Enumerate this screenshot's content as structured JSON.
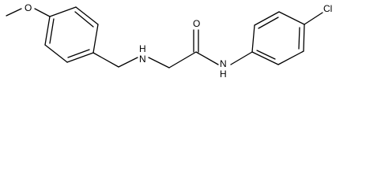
{
  "structure": {
    "atom_labels": {
      "methoxy_oxygen": "O",
      "amine_nh": "H\nN",
      "carbonyl_oxygen": "O",
      "amide_nh": "N\nH",
      "chlorine": "Cl"
    }
  },
  "colors": {
    "bond": "#000000",
    "background": "#ffffff"
  }
}
